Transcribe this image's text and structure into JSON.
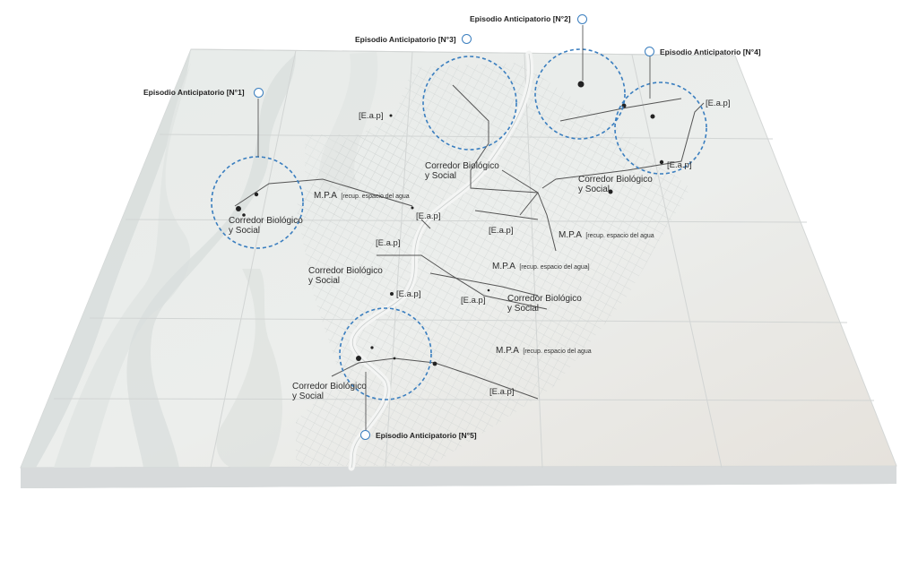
{
  "colors": {
    "marker_blue": "#3a7ebf",
    "model_base": "#e4e5e3",
    "model_edge": "#bfc3c4"
  },
  "episodes": [
    {
      "title": "Episodio Anticipatorio [N°1]"
    },
    {
      "title": "Episodio Anticipatorio [N°2]"
    },
    {
      "title": "Episodio Anticipatorio [N°3]"
    },
    {
      "title": "Episodio Anticipatorio [N°4]"
    },
    {
      "title": "Episodio Anticipatorio [N°5]"
    }
  ],
  "map_labels": {
    "corredor_line1": "Corredor Biológico",
    "corredor_line2": "y Social",
    "mpa": "M.P.A",
    "mpa_detail": "[recup. espacio del agua",
    "mpa_detail_closed": "[recup. espacio del agua]",
    "eap": "[E.a.p]"
  }
}
